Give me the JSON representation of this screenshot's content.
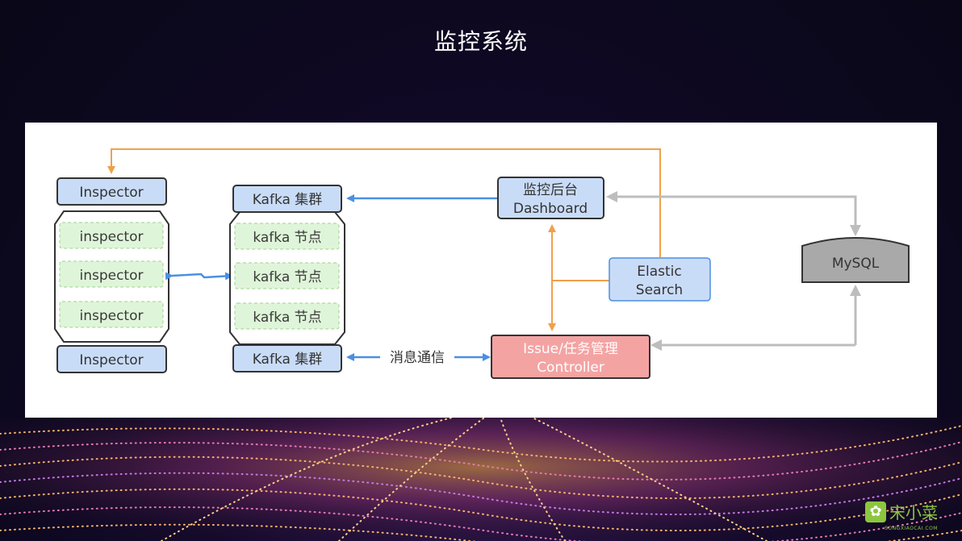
{
  "slide": {
    "title": "监控系统"
  },
  "nodes": {
    "inspector_top": "Inspector",
    "inspector_bottom": "Inspector",
    "inspector_workers": [
      "inspector",
      "inspector",
      "inspector"
    ],
    "kafka_top": "Kafka 集群",
    "kafka_bottom": "Kafka 集群",
    "kafka_nodes": [
      "kafka 节点",
      "kafka 节点",
      "kafka 节点"
    ],
    "dashboard_line1": "监控后台",
    "dashboard_line2": "Dashboard",
    "elastic_line1": "Elastic",
    "elastic_line2": "Search",
    "mysql": "MySQL",
    "controller_line1": "Issue/任务管理",
    "controller_line2": "Controller"
  },
  "edges": {
    "message_label": "消息通信"
  },
  "colors": {
    "blue_node_fill": "#c9dcf7",
    "green_node_fill": "#dff5d9",
    "green_dash": "#9ed28e",
    "red_node_fill": "#f4a3a3",
    "mysql_fill": "#a9a9a9",
    "blue_arrow": "#4a90e2",
    "orange_arrow": "#f0a04b",
    "gray_arrow": "#bdbdbd"
  },
  "logo": {
    "text": "宋小菜",
    "sub": "SONGXIAOCAI.COM"
  }
}
